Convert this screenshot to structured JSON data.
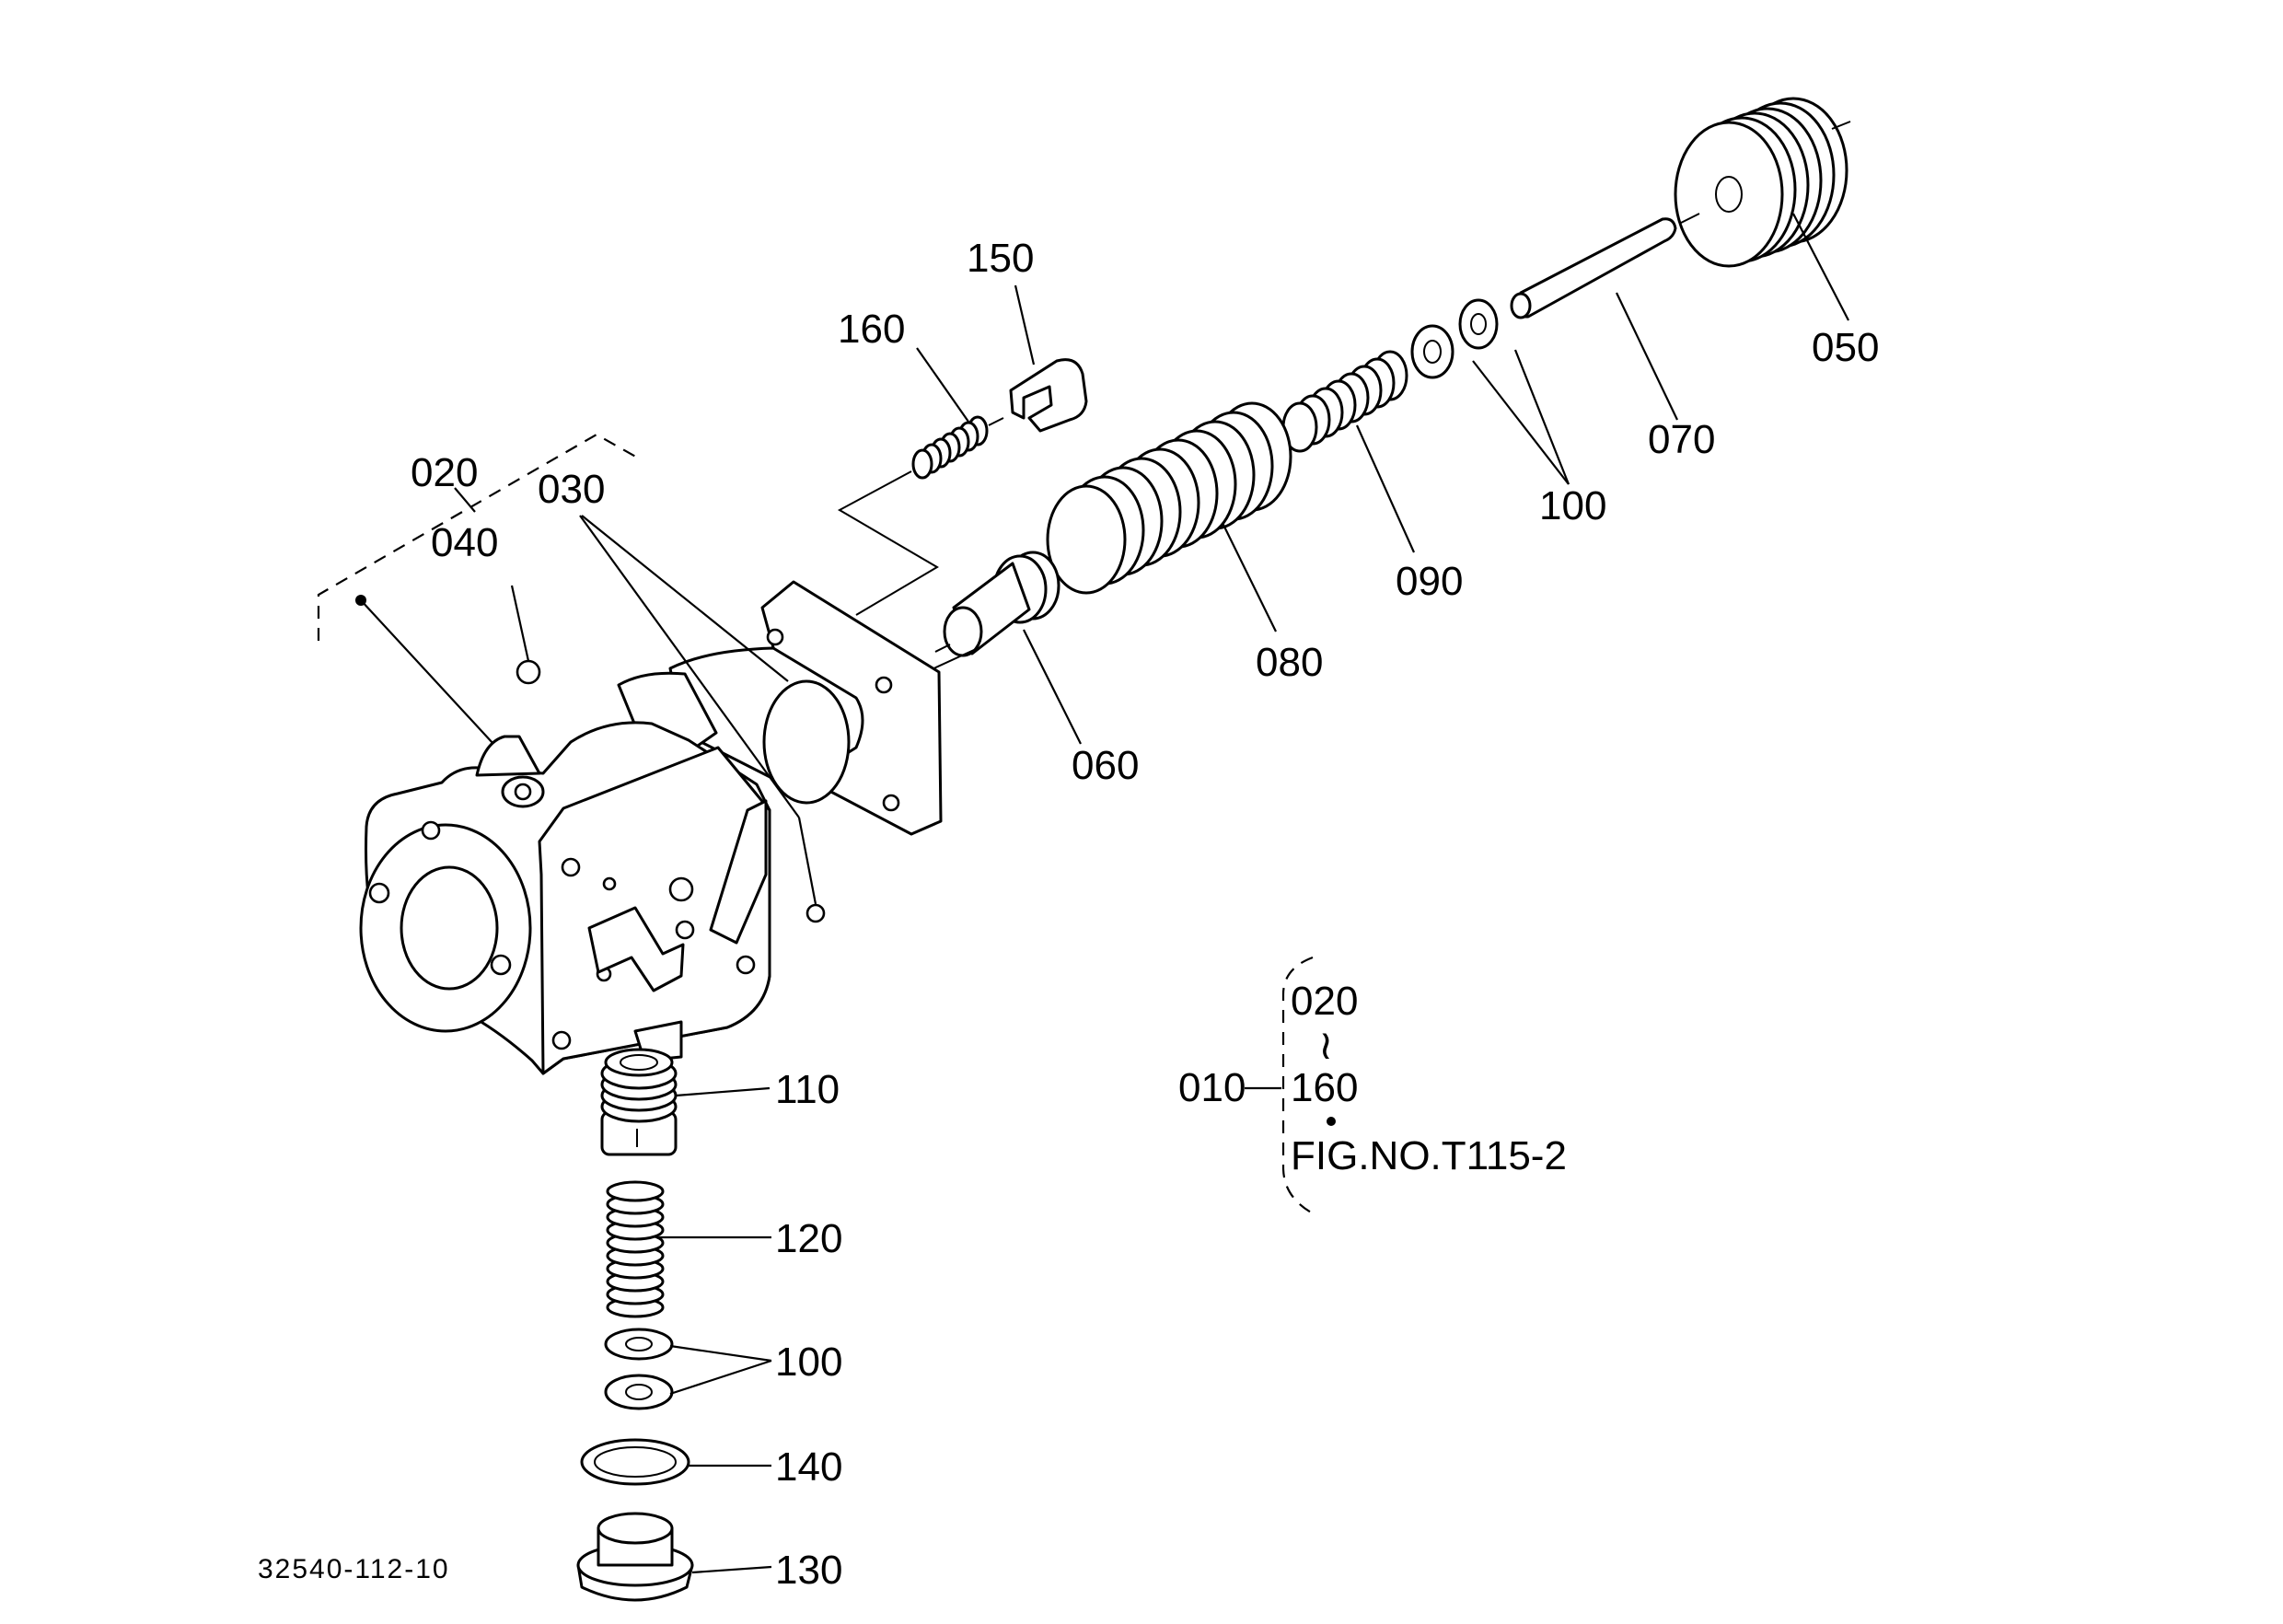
{
  "callouts": {
    "c150": "150",
    "c160": "160",
    "c050": "050",
    "c070": "070",
    "c100a": "100",
    "c090": "090",
    "c080": "080",
    "c060": "060",
    "c020": "020",
    "c030": "030",
    "c040": "040",
    "c110": "110",
    "c120": "120",
    "c100b": "100",
    "c140": "140",
    "c130": "130"
  },
  "assembly_note": {
    "range_start": "020",
    "range_sep": "≀",
    "range_end": "160",
    "parent": "010",
    "figure_ref": "FIG.NO.T115-2"
  },
  "drawing_number": "32540-112-10"
}
